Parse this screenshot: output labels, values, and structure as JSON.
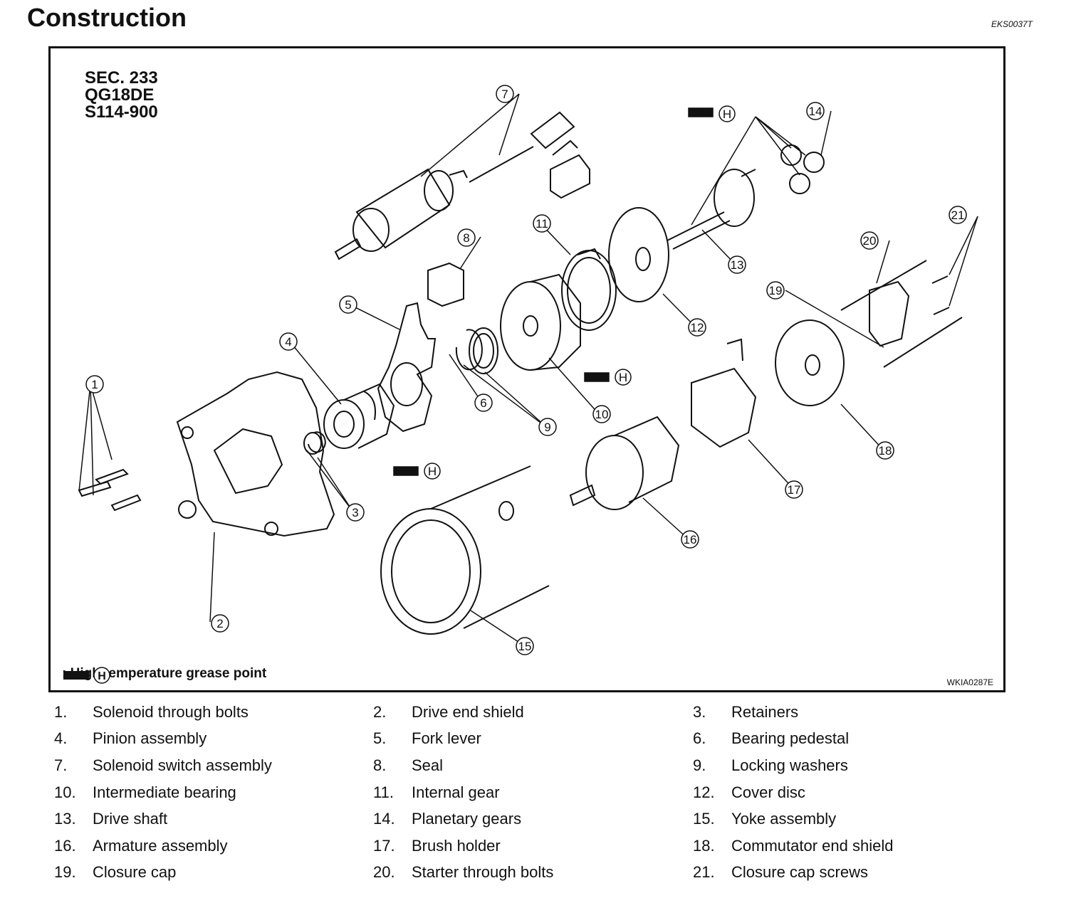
{
  "header": {
    "title": "Construction",
    "doc_code": "EKS0037T"
  },
  "figure": {
    "sec_lines": [
      "SEC. 233",
      "QG18DE",
      "S114-900"
    ],
    "legend_text": ": High temperature grease point",
    "grease_symbol_letter": "H",
    "figure_code": "WKIA0287E",
    "callouts": [
      "1",
      "2",
      "3",
      "4",
      "5",
      "6",
      "7",
      "8",
      "9",
      "10",
      "11",
      "12",
      "13",
      "14",
      "15",
      "16",
      "17",
      "18",
      "19",
      "20",
      "21"
    ],
    "line_color": "#111111"
  },
  "parts": [
    {
      "num": "1.",
      "name": "Solenoid through bolts"
    },
    {
      "num": "2.",
      "name": "Drive end shield"
    },
    {
      "num": "3.",
      "name": "Retainers"
    },
    {
      "num": "4.",
      "name": "Pinion assembly"
    },
    {
      "num": "5.",
      "name": "Fork lever"
    },
    {
      "num": "6.",
      "name": "Bearing pedestal"
    },
    {
      "num": "7.",
      "name": "Solenoid switch assembly"
    },
    {
      "num": "8.",
      "name": "Seal"
    },
    {
      "num": "9.",
      "name": "Locking washers"
    },
    {
      "num": "10.",
      "name": "Intermediate bearing"
    },
    {
      "num": "11.",
      "name": "Internal gear"
    },
    {
      "num": "12.",
      "name": "Cover disc"
    },
    {
      "num": "13.",
      "name": "Drive shaft"
    },
    {
      "num": "14.",
      "name": "Planetary gears"
    },
    {
      "num": "15.",
      "name": "Yoke assembly"
    },
    {
      "num": "16.",
      "name": "Armature assembly"
    },
    {
      "num": "17.",
      "name": "Brush holder"
    },
    {
      "num": "18.",
      "name": "Commutator end shield"
    },
    {
      "num": "19.",
      "name": "Closure cap"
    },
    {
      "num": "20.",
      "name": "Starter through bolts"
    },
    {
      "num": "21.",
      "name": "Closure cap screws"
    }
  ]
}
